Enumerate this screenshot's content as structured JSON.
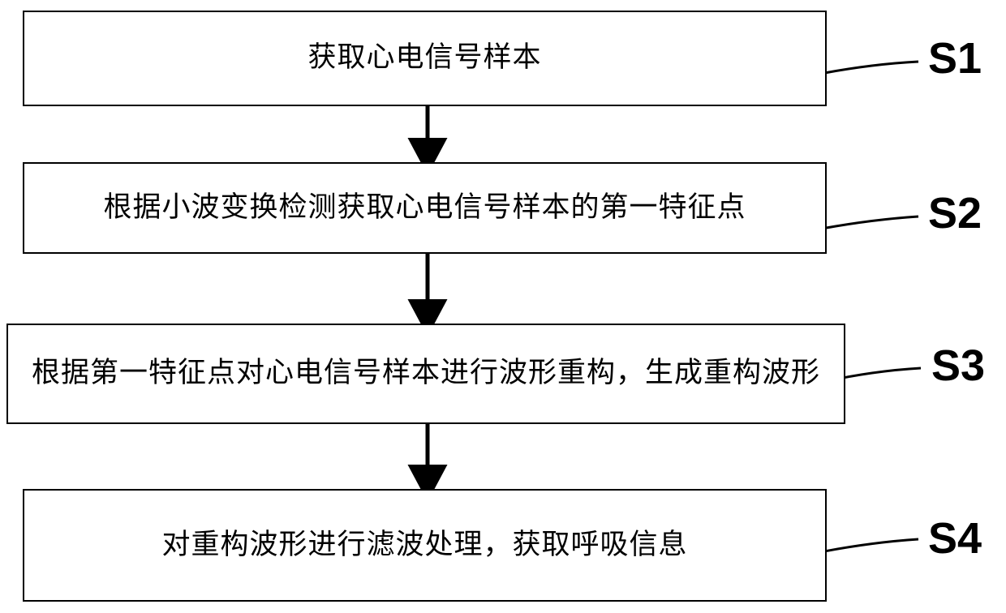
{
  "diagram": {
    "type": "flowchart",
    "orientation": "vertical",
    "title": "",
    "background_color": "#ffffff",
    "line_color": "#000000",
    "steps": [
      {
        "id": "S1",
        "label": "S1",
        "text": "获取心电信号样本",
        "lines": [
          "获取心电信号样本"
        ]
      },
      {
        "id": "S2",
        "label": "S2",
        "text": "根据小波变换检测获取心电信号样本的第一特征点",
        "lines": [
          "根据小波变换检测获取心电信号样本的第一特",
          "征点"
        ]
      },
      {
        "id": "S3",
        "label": "S3",
        "text": "根据第一特征点对心电信号样本进行波形重构，生成重构波形",
        "lines": [
          "根据第一特征点对心电信号样本进行波形重构，",
          "生成重构波形"
        ]
      },
      {
        "id": "S4",
        "label": "S4",
        "text": "对重构波形进行滤波处理，获取呼吸信息",
        "lines": [
          "对重构波形进行滤波处理，获取呼吸信息"
        ]
      }
    ],
    "connectors": [
      {
        "from": "S1",
        "to": "S2",
        "arrow": "down"
      },
      {
        "from": "S2",
        "to": "S3",
        "arrow": "down"
      },
      {
        "from": "S3",
        "to": "S4",
        "arrow": "down"
      }
    ],
    "leader_lines": [
      {
        "for": "S1"
      },
      {
        "for": "S2"
      },
      {
        "for": "S3"
      },
      {
        "for": "S4"
      }
    ]
  }
}
